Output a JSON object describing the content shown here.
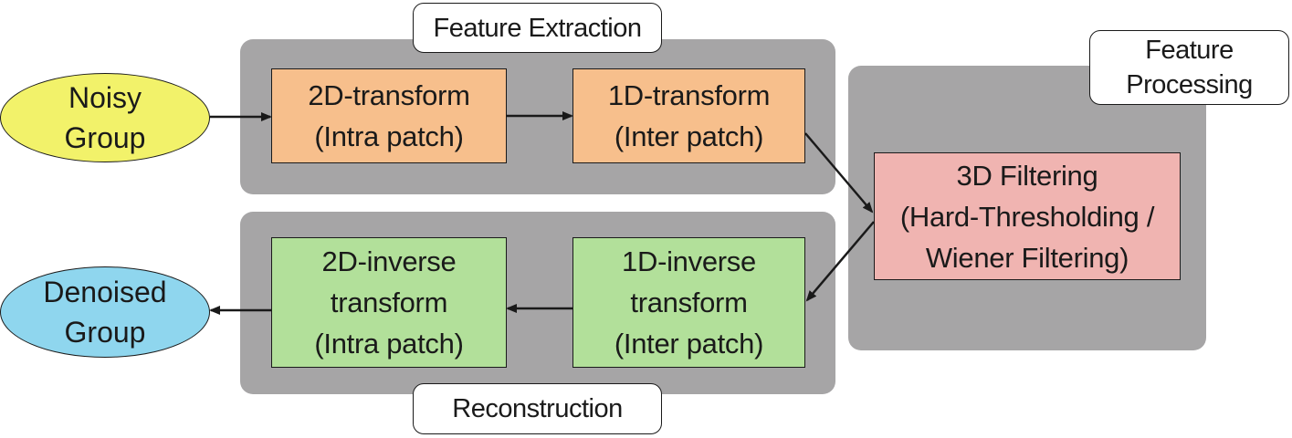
{
  "colors": {
    "panel": "#a6a5a6",
    "transform_box": "#f7bf8c",
    "inverse_box": "#b2e09a",
    "filter_box": "#f0b4b1",
    "input_node": "#f2f26a",
    "output_node": "#8fd6ee",
    "arrow": "#1a1a1a"
  },
  "input": {
    "line1": "Noisy",
    "line2": "Group"
  },
  "output": {
    "line1": "Denoised",
    "line2": "Group"
  },
  "feature_extraction": {
    "label": "Feature Extraction",
    "step1": {
      "line1": "2D-transform",
      "line2": "(Intra patch)"
    },
    "step2": {
      "line1": "1D-transform",
      "line2": "(Inter patch)"
    }
  },
  "feature_processing": {
    "label_line1": "Feature",
    "label_line2": "Processing",
    "step": {
      "line1": "3D Filtering",
      "line2": "(Hard-Thresholding /",
      "line3": "Wiener Filtering)"
    }
  },
  "reconstruction": {
    "label": "Reconstruction",
    "step1": {
      "line1": "1D-inverse",
      "line2": "transform",
      "line3": "(Inter patch)"
    },
    "step2": {
      "line1": "2D-inverse",
      "line2": "transform",
      "line3": "(Intra patch)"
    }
  },
  "flow": [
    {
      "from": "input",
      "to": "feature_extraction.step1"
    },
    {
      "from": "feature_extraction.step1",
      "to": "feature_extraction.step2"
    },
    {
      "from": "feature_extraction.step2",
      "to": "feature_processing.step"
    },
    {
      "from": "feature_processing.step",
      "to": "reconstruction.step1"
    },
    {
      "from": "reconstruction.step1",
      "to": "reconstruction.step2"
    },
    {
      "from": "reconstruction.step2",
      "to": "output"
    }
  ]
}
